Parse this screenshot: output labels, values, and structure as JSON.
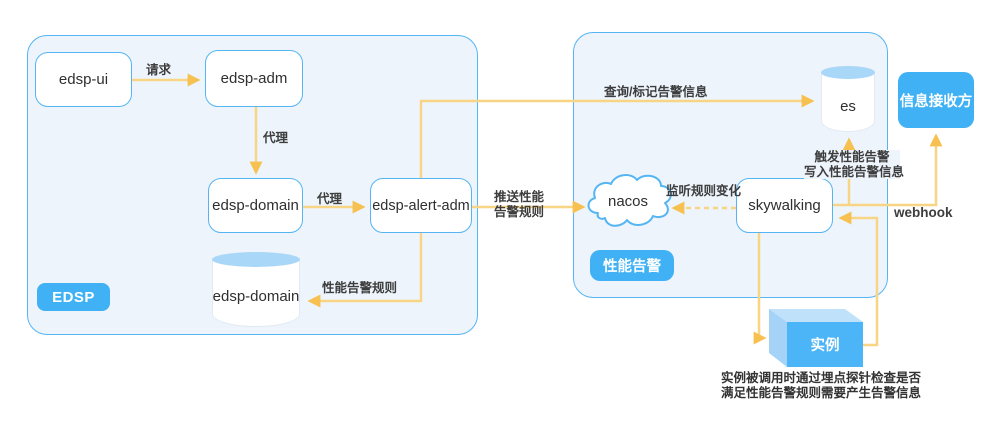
{
  "edsp_group": {
    "badge": "EDSP",
    "nodes": {
      "edsp_ui": "edsp-ui",
      "edsp_adm": "edsp-adm",
      "edsp_domain": "edsp-domain",
      "edsp_alert_adm": "edsp-alert-adm",
      "edsp_domain_db": "edsp-domain"
    }
  },
  "perf_group": {
    "badge": "性能告警",
    "nodes": {
      "nacos": "nacos",
      "skywalking": "skywalking",
      "es": "es"
    }
  },
  "external": {
    "receiver": "信息接收方",
    "instance": "实例",
    "instance_note_line1": "实例被调用时通过埋点探针检查是否",
    "instance_note_line2": "满足性能告警规则需要产生告警信息"
  },
  "edges": {
    "request": "请求",
    "proxy_down": "代理",
    "proxy_right": "代理",
    "perf_alert_rules": "性能告警规则",
    "query_mark_alert": "查询/标记告警信息",
    "push_rules_line1": "推送性能",
    "push_rules_line2": "告警规则",
    "listen_rule_change": "监听规则变化",
    "trigger_line1": "触发性能告警",
    "trigger_line2": "写入性能告警信息",
    "webhook": "webhook"
  },
  "colors": {
    "accent_blue": "#3fb1f4",
    "container_border": "#55b5f3",
    "container_fill": "#edf4fc",
    "node_border": "#55b5f3",
    "node_text": "#2f2f2f",
    "label_color": "#3d3d3d",
    "arrow_line": "#f8d585",
    "arrow_head": "#f6c150",
    "cylinder_top": "#a8d7f8",
    "cube_front": "#4cb5f8",
    "cube_top": "#bfe1fa",
    "cube_side": "#a5d3f7"
  }
}
